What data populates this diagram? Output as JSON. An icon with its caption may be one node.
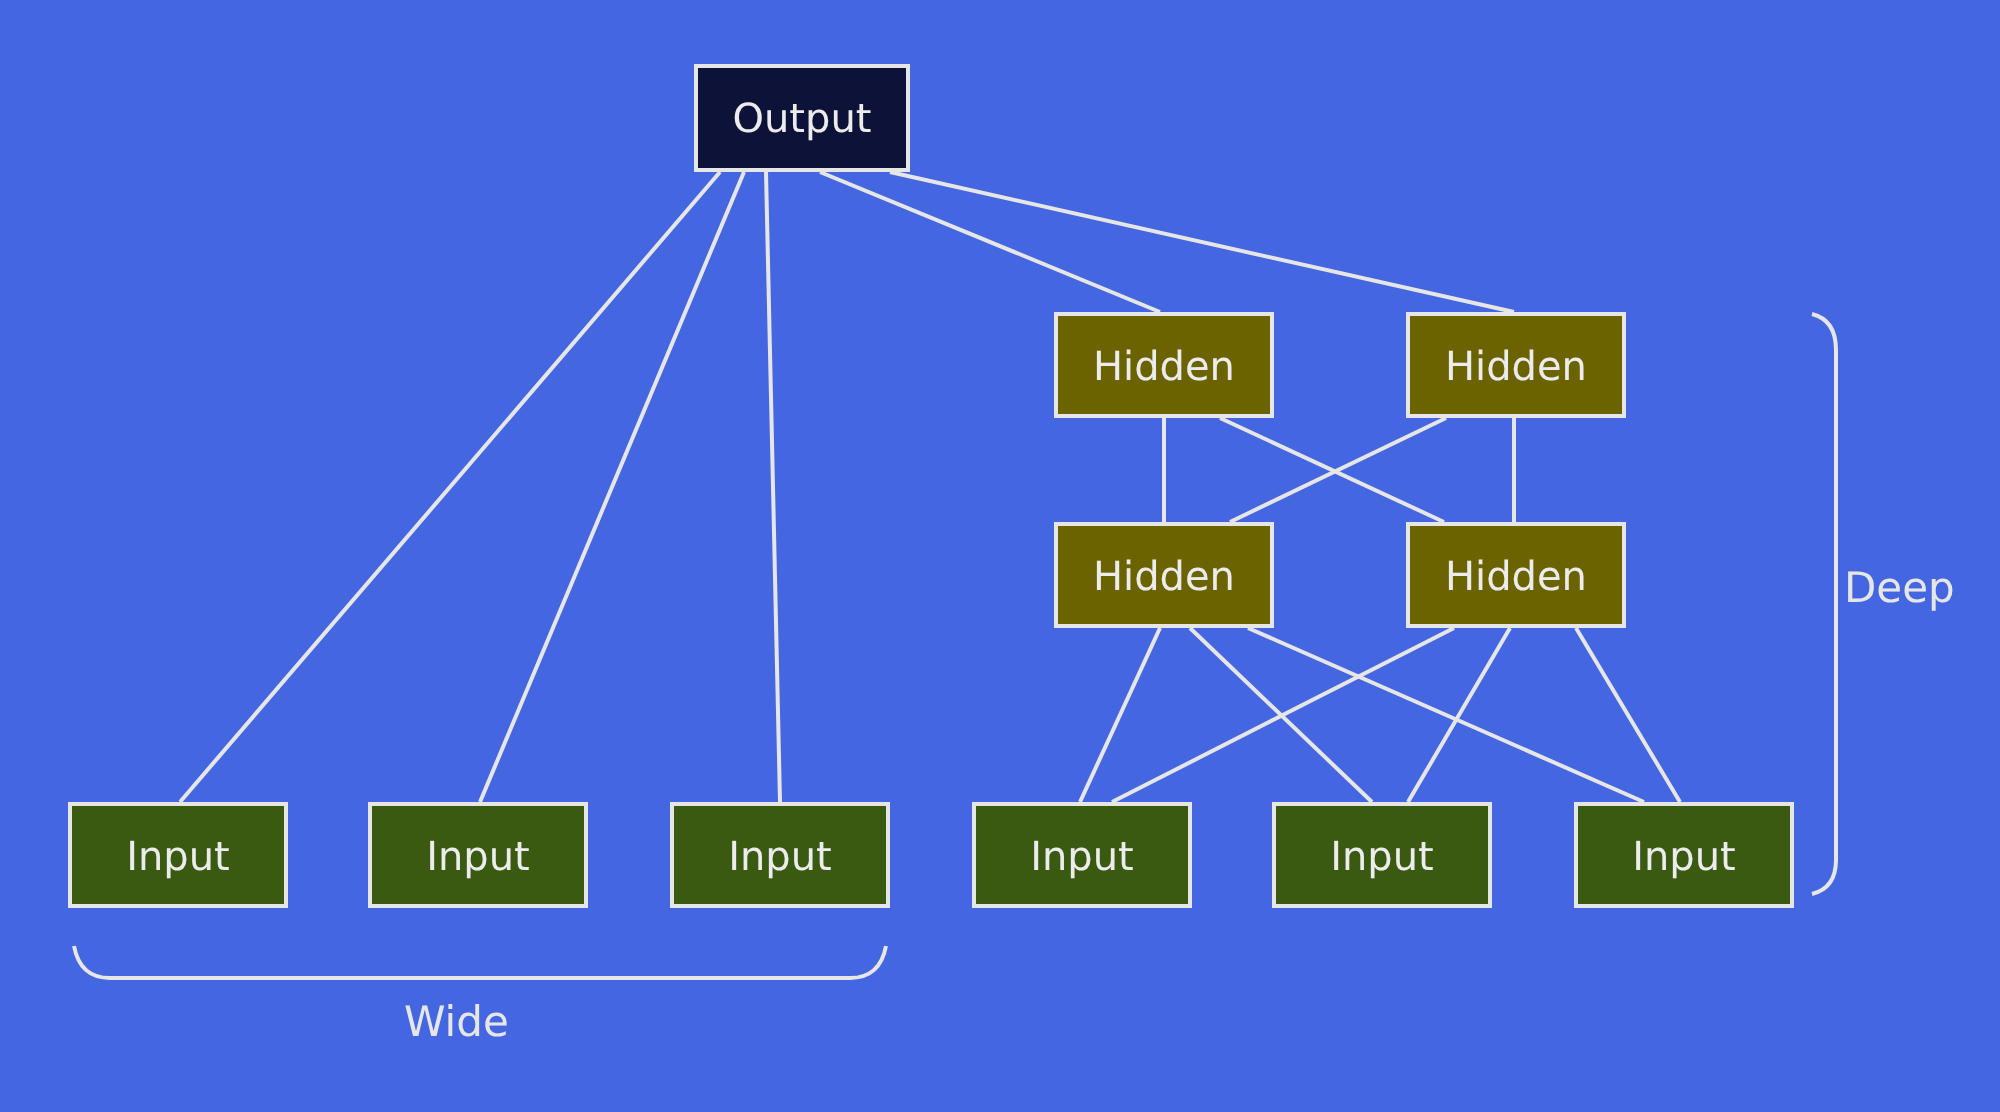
{
  "diagram": {
    "nodes": [
      {
        "text": [
          "Output"
        ]
      },
      {
        "text": [
          "Hidden"
        ]
      },
      {
        "text": [
          "Hidden"
        ]
      },
      {
        "text": [
          "Hidden"
        ]
      },
      {
        "text": [
          "Hidden"
        ]
      },
      {
        "text": [
          "Input"
        ]
      },
      {
        "text": [
          "Input"
        ]
      },
      {
        "text": [
          "Input"
        ]
      },
      {
        "text": [
          "Input"
        ]
      },
      {
        "text": [
          "Input"
        ]
      },
      {
        "text": [
          "Input"
        ]
      }
    ],
    "edges": [
      {
        "from": 0,
        "to": 5,
        "arrow": "none"
      },
      {
        "from": 0,
        "to": 6,
        "arrow": "none"
      },
      {
        "from": 0,
        "to": 7,
        "arrow": "none"
      },
      {
        "from": 0,
        "to": 1,
        "arrow": "none"
      },
      {
        "from": 0,
        "to": 2,
        "arrow": "none"
      },
      {
        "from": 1,
        "to": 3,
        "arrow": "none"
      },
      {
        "from": 1,
        "to": 4,
        "arrow": "none"
      },
      {
        "from": 2,
        "to": 3,
        "arrow": "none"
      },
      {
        "from": 2,
        "to": 4,
        "arrow": "none"
      },
      {
        "from": 3,
        "to": 8,
        "arrow": "none"
      },
      {
        "from": 3,
        "to": 9,
        "arrow": "none"
      },
      {
        "from": 3,
        "to": 10,
        "arrow": "none"
      },
      {
        "from": 4,
        "to": 8,
        "arrow": "none"
      },
      {
        "from": 4,
        "to": 9,
        "arrow": "none"
      },
      {
        "from": 4,
        "to": 10,
        "arrow": "none"
      }
    ],
    "labels": [
      "Deep",
      "Wide"
    ]
  }
}
